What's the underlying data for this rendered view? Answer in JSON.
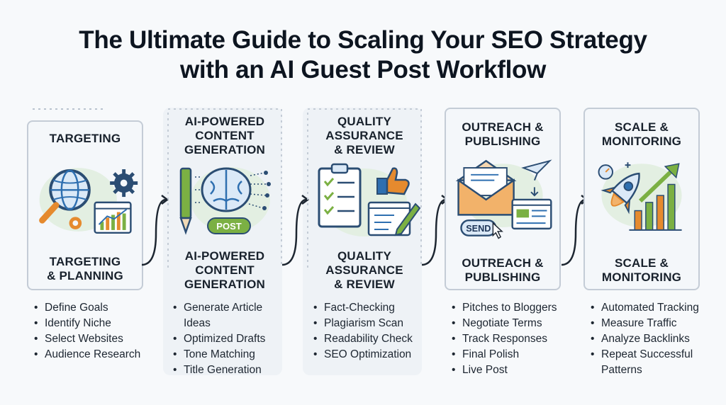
{
  "title": {
    "line1": "The Ultimate Guide to Scaling Your SEO Strategy",
    "line2": "with an AI Guest Post Workflow"
  },
  "steps": [
    {
      "top_title": [
        "TARGETING"
      ],
      "bottom_title": [
        "TARGETING",
        "& PLANNING"
      ],
      "bullets": [
        "Define Goals",
        "Identify Niche",
        "Select Websites",
        "Audience Research"
      ]
    },
    {
      "top_title": [
        "AI-POWERED",
        "CONTENT",
        "GENERATION"
      ],
      "bottom_title": [
        "AI-POWERED",
        "CONTENT",
        "GENERATION"
      ],
      "icon_label": "POST",
      "bullets": [
        "Generate Article Ideas",
        "Optimized Drafts",
        "Tone Matching",
        "Title Generation"
      ]
    },
    {
      "top_title": [
        "QUALITY",
        "ASSURANCE",
        "& REVIEW"
      ],
      "bottom_title": [
        "QUALITY",
        "ASSURANCE",
        "& REVIEW"
      ],
      "bullets": [
        "Fact-Checking",
        "Plagiarism Scan",
        "Readability Check",
        "SEO Optimization"
      ]
    },
    {
      "top_title": [
        "OUTREACH &",
        "PUBLISHING"
      ],
      "bottom_title": [
        "OUTREACH &",
        "PUBLISHING"
      ],
      "icon_label": "SEND",
      "bullets": [
        "Pitches to Bloggers",
        "Negotiate Terms",
        "Track Responses",
        "Final Polish",
        "Live Post"
      ]
    },
    {
      "top_title": [
        "SCALE &",
        "MONITORING"
      ],
      "bottom_title": [
        "SCALE &",
        "MONITORING"
      ],
      "bullets": [
        "Automated Tracking",
        "Measure Traffic",
        "Analyze Backlinks",
        "Repeat Successful Patterns"
      ]
    }
  ],
  "icons": [
    "globe-magnifier-icon",
    "brain-icon",
    "checklist-icon",
    "envelope-icon",
    "rocket-icon"
  ],
  "colors": {
    "blue": "#2e6fb0",
    "green": "#7bb043",
    "orange": "#e58a2e",
    "navy": "#1d3557"
  }
}
